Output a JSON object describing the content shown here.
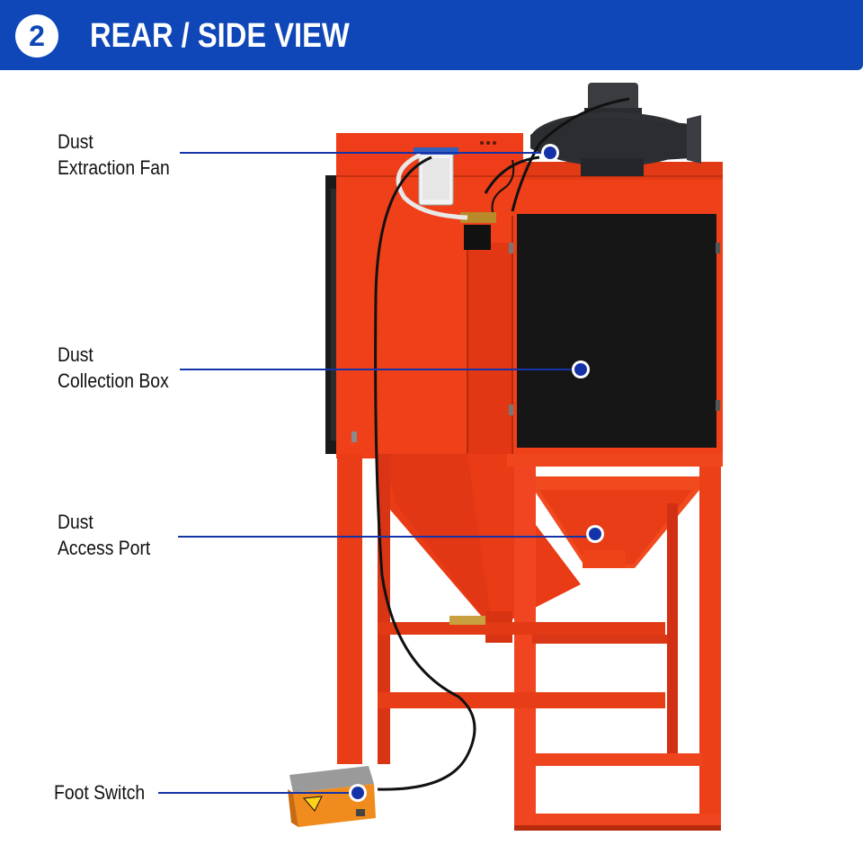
{
  "header": {
    "step_number": "2",
    "title": "REAR / SIDE VIEW"
  },
  "callouts": [
    {
      "id": "fan",
      "lines": [
        "Dust",
        "Extraction Fan"
      ]
    },
    {
      "id": "box",
      "lines": [
        "Dust",
        "Collection Box"
      ]
    },
    {
      "id": "port",
      "lines": [
        "Dust",
        "Access Port"
      ]
    },
    {
      "id": "switch",
      "lines": [
        "Foot Switch"
      ]
    }
  ],
  "colors": {
    "header_blue": "#0f47b8",
    "leader_blue": "#1533a8",
    "cabinet_orange": "#ef3f1a",
    "panel_black": "#161616",
    "switch_orange": "#f08c1e"
  }
}
